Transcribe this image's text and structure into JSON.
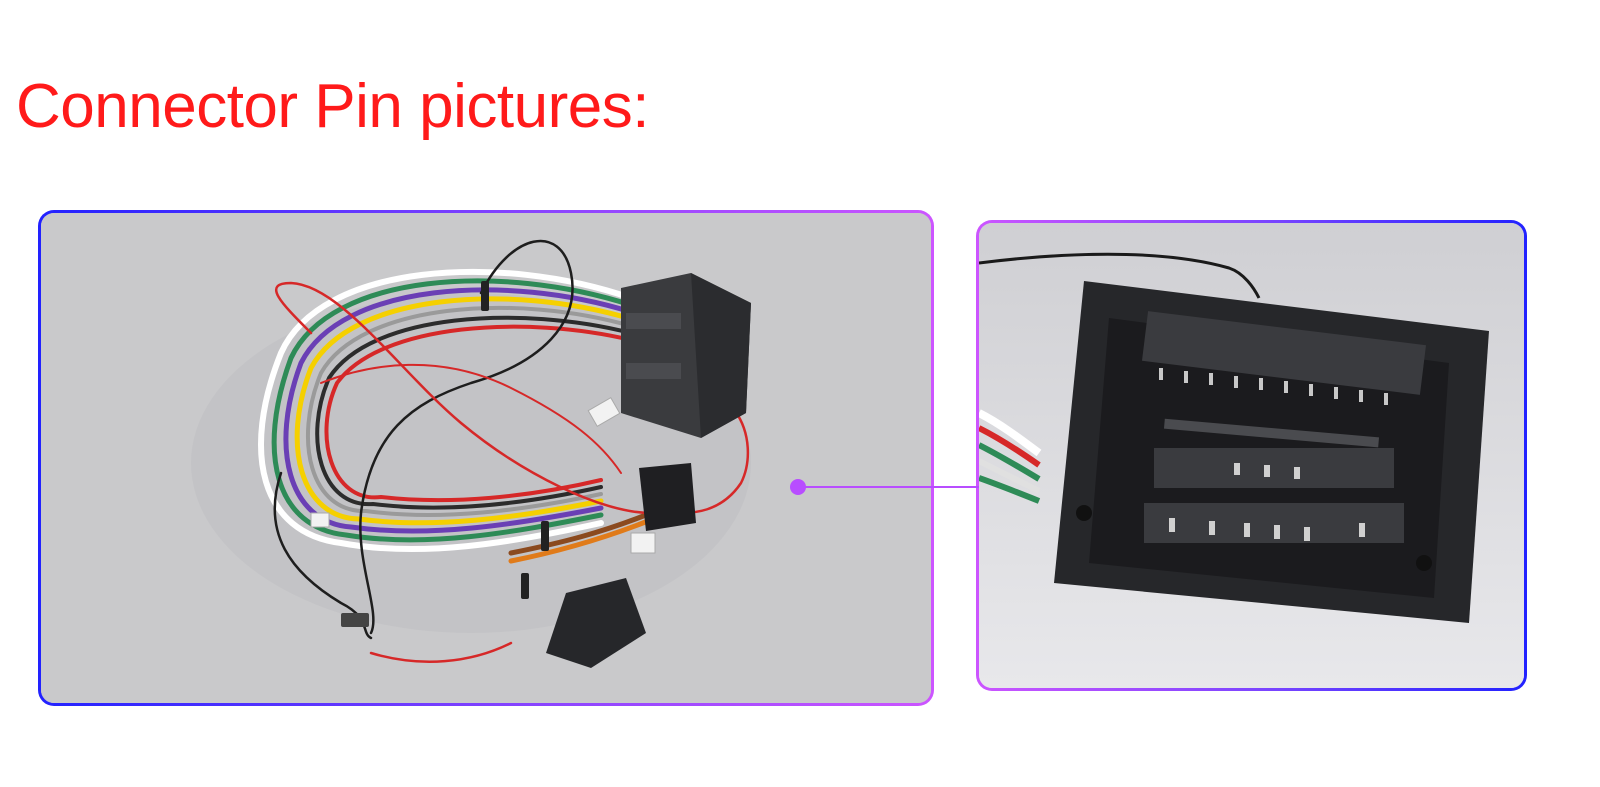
{
  "page": {
    "title": "Connector Pin pictures:",
    "title_color": "#ff1a1a",
    "frame_gradient_colors": [
      "#2222ff",
      "#cc55ff"
    ],
    "callout_color": "#b84dff"
  },
  "images": [
    {
      "name": "wiring-harness-photo",
      "kind": "photo"
    },
    {
      "name": "connector-closeup-photo",
      "kind": "photo"
    }
  ]
}
